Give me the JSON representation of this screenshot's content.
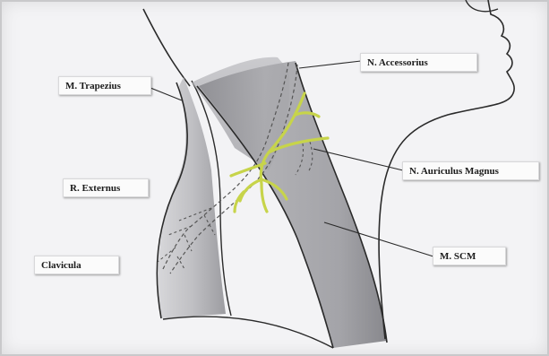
{
  "diagram": {
    "labels": {
      "accessorius": "N. Accessorius",
      "trapezius": "M. Trapezius",
      "auricularis_magnus": "N. Auriculus Magnus",
      "externus": "R. Externus",
      "clavicula": "Clavicula",
      "scm": "M. SCM"
    }
  },
  "colors": {
    "paper": "#f3f3f5",
    "nerve": "#c7d44a",
    "muscle_shade": "#8f8f93",
    "ink": "#2a2a2a"
  }
}
